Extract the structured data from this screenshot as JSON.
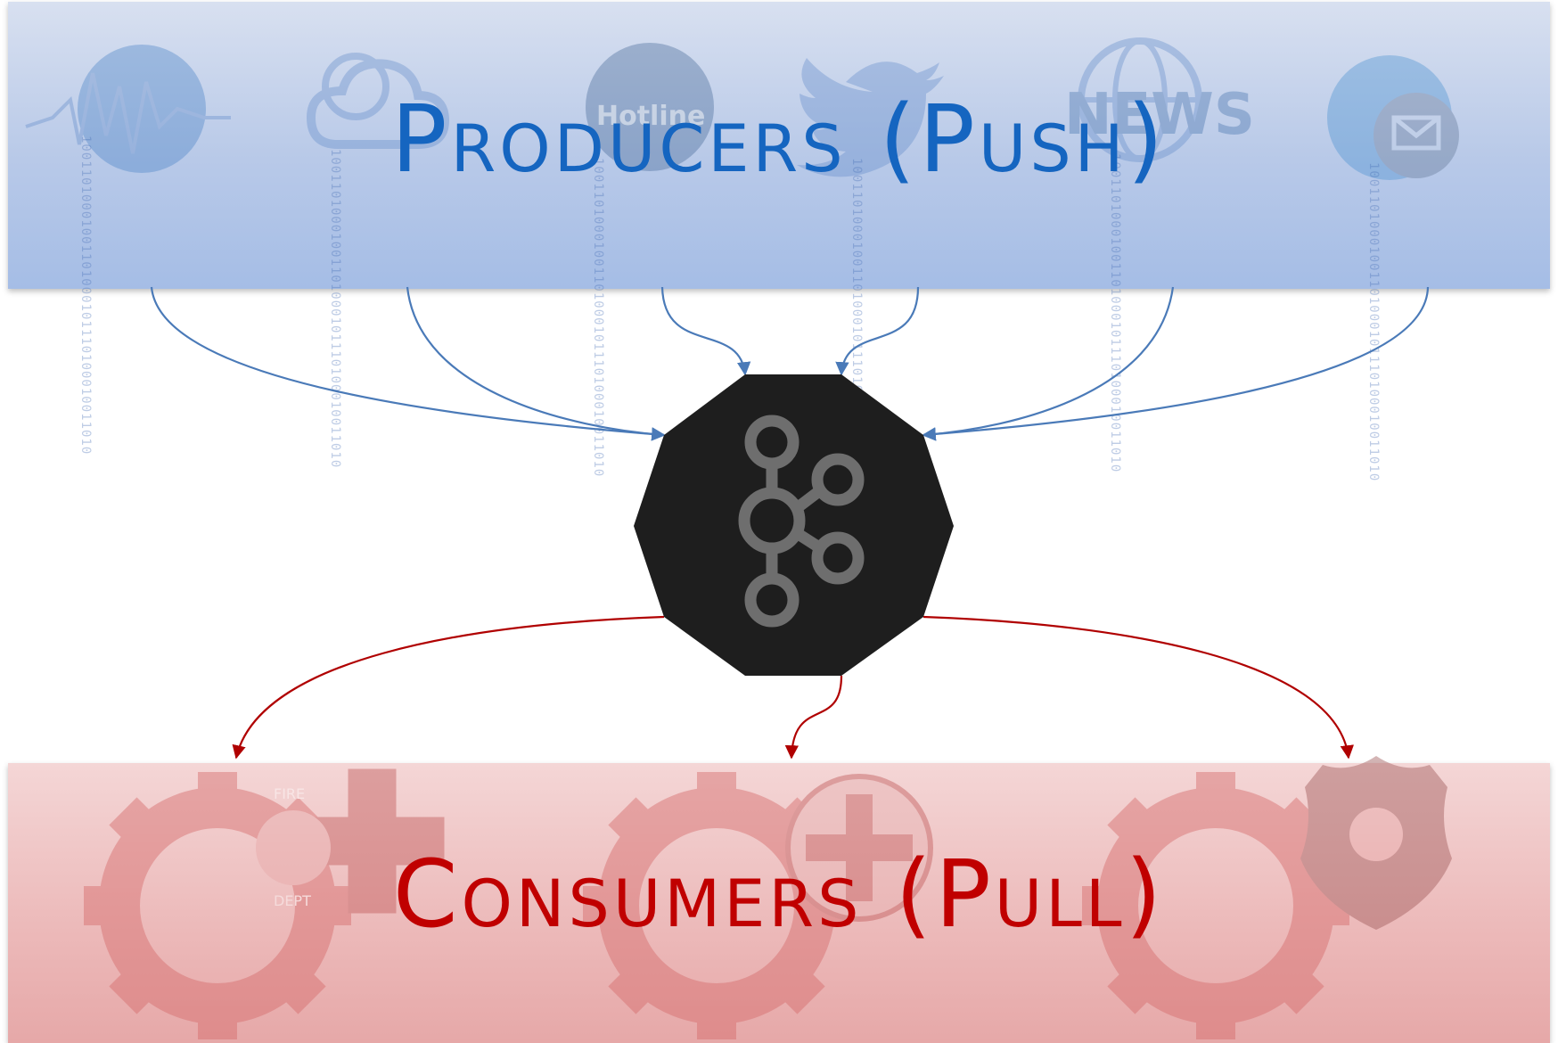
{
  "producers": {
    "title": "Producers (Push)",
    "color": "#1565c0",
    "band_colors": [
      "#d8e0f0",
      "#a5bde6"
    ],
    "sources": [
      {
        "icon": "globe-waveform-icon"
      },
      {
        "icon": "weather-cloud-sun-icon"
      },
      {
        "icon": "hotline-phone-icon",
        "text": "Hotline"
      },
      {
        "icon": "twitter-bird-icon"
      },
      {
        "icon": "news-globe-icon",
        "text": "NEWS"
      },
      {
        "icon": "car-mail-icon"
      }
    ],
    "binary_text": "10011010001001101000101110100010011010"
  },
  "broker": {
    "icon": "kafka-logo-icon",
    "fill": "#1e1e1e",
    "logo_color": "#6e6e6e"
  },
  "consumers": {
    "title": "Consumers (Pull)",
    "color": "#c00000",
    "band_colors": [
      "#f4d6d6",
      "#e6a8a8"
    ],
    "services": [
      {
        "icon": "fire-dept-gear-icon",
        "badge_top": "FIRE",
        "badge_bottom": "DEPT"
      },
      {
        "icon": "medical-cross-gear-icon"
      },
      {
        "icon": "police-badge-gear-icon"
      }
    ]
  },
  "arrows": {
    "push_color": "#4a7ab8",
    "pull_color": "#b00000"
  }
}
